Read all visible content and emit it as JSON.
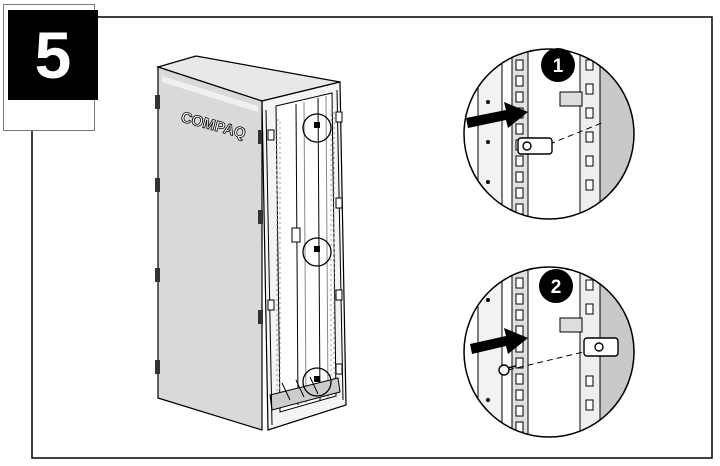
{
  "step": {
    "number": "5"
  },
  "cabinet": {
    "brand_label": "COMPAQ"
  },
  "callouts": [
    {
      "badge": "1"
    },
    {
      "badge": "2"
    }
  ],
  "icons": [
    "rack-cabinet-illustration",
    "cage-nut-icon",
    "screw-icon",
    "arrow-right-icon",
    "magnify-circle-icon"
  ]
}
